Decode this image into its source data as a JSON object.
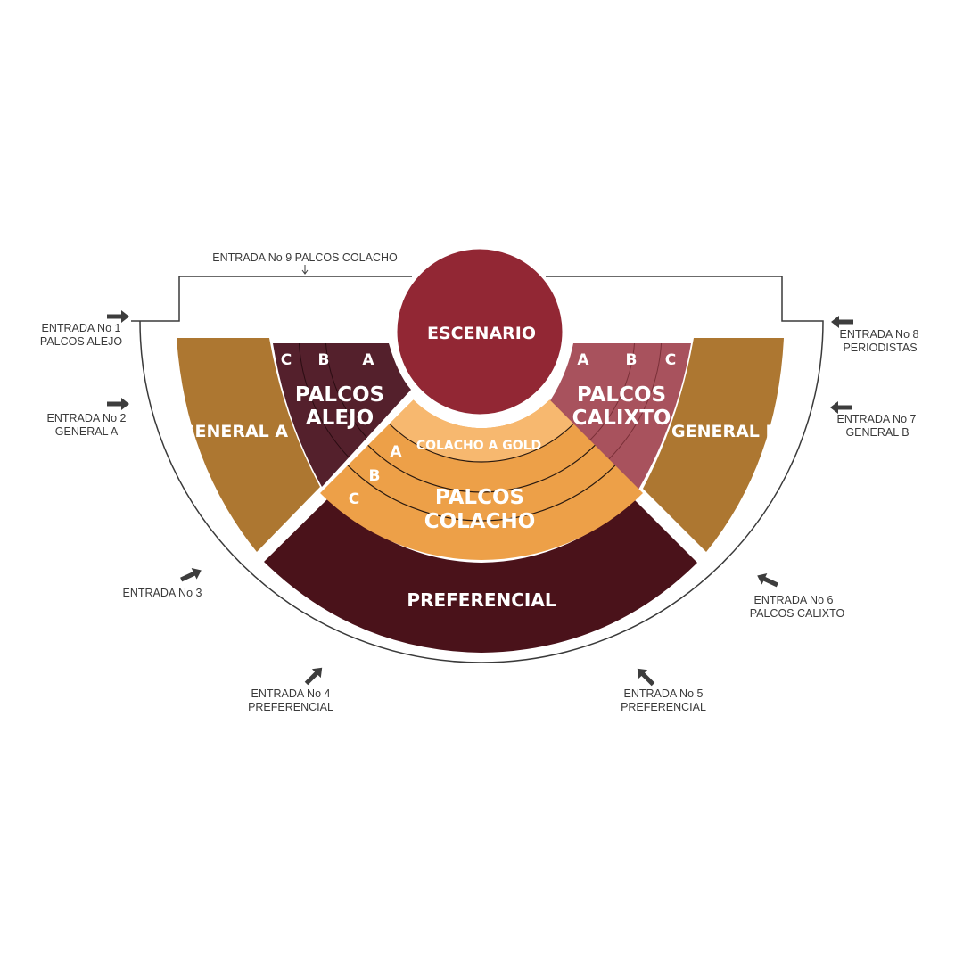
{
  "colors": {
    "stage": "#922734",
    "general": "#ad7731",
    "alejo": "#54202c",
    "calixto": "#a8525d",
    "colacho": "#eda048",
    "colacho_gold": "#f7b86f",
    "preferencial": "#4a121a",
    "outline": "#3a3a3a"
  },
  "stage": {
    "label": "ESCENARIO"
  },
  "sections": {
    "general_a": "GENERAL A",
    "general_b": "GENERAL B",
    "palcos_alejo": {
      "line1": "PALCOS",
      "line2": "ALEJO",
      "rows": [
        "C",
        "B",
        "A"
      ]
    },
    "palcos_calixto": {
      "line1": "PALCOS",
      "line2": "CALIXTO",
      "rows": [
        "A",
        "B",
        "C"
      ]
    },
    "palcos_colacho": {
      "line1": "PALCOS",
      "line2": "COLACHO",
      "gold": "COLACHO A GOLD",
      "rows": [
        "A",
        "B",
        "C"
      ]
    },
    "preferencial": "PREFERENCIAL"
  },
  "entrances": {
    "e1": {
      "line1": "ENTRADA No 1",
      "line2": "PALCOS ALEJO"
    },
    "e2": {
      "line1": "ENTRADA No 2",
      "line2": "GENERAL A"
    },
    "e3": {
      "line1": "ENTRADA No 3"
    },
    "e4": {
      "line1": "ENTRADA No 4",
      "line2": "PREFERENCIAL"
    },
    "e5": {
      "line1": "ENTRADA No 5",
      "line2": "PREFERENCIAL"
    },
    "e6": {
      "line1": "ENTRADA No 6",
      "line2": "PALCOS CALIXTO"
    },
    "e7": {
      "line1": "ENTRADA No 7",
      "line2": "GENERAL B"
    },
    "e8": {
      "line1": "ENTRADA No 8",
      "line2": "PERIODISTAS"
    },
    "e9": {
      "line1": "ENTRADA No 9 PALCOS COLACHO"
    }
  }
}
